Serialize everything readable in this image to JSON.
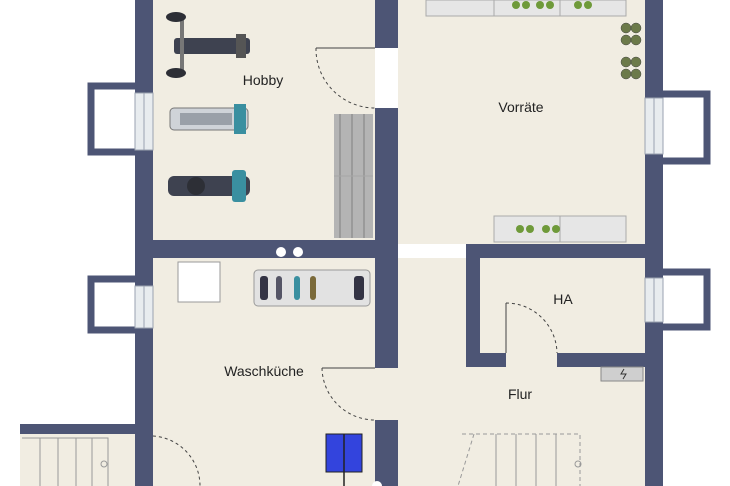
{
  "plan": {
    "colors": {
      "wall": "#4d5575",
      "floor": "#f1ede2",
      "outside": "#ffffff",
      "window_glass": "#e8ecef",
      "door_line": "#444444"
    },
    "rooms": [
      {
        "id": "hobby",
        "label": "Hobby"
      },
      {
        "id": "vorraete",
        "label": "Vorräte"
      },
      {
        "id": "ha",
        "label": "HA"
      },
      {
        "id": "waschkueche",
        "label": "Waschküche"
      },
      {
        "id": "flur",
        "label": "Flur"
      }
    ],
    "furniture_icons": [
      "weight-bench-icon",
      "treadmill-icon",
      "exercise-bike-icon",
      "storage-shelf-icon",
      "wine-rack-icon",
      "washing-machine-icon",
      "shoe-rack-icon",
      "water-tank-icon",
      "staircase-icon",
      "electrical-panel-icon"
    ]
  }
}
